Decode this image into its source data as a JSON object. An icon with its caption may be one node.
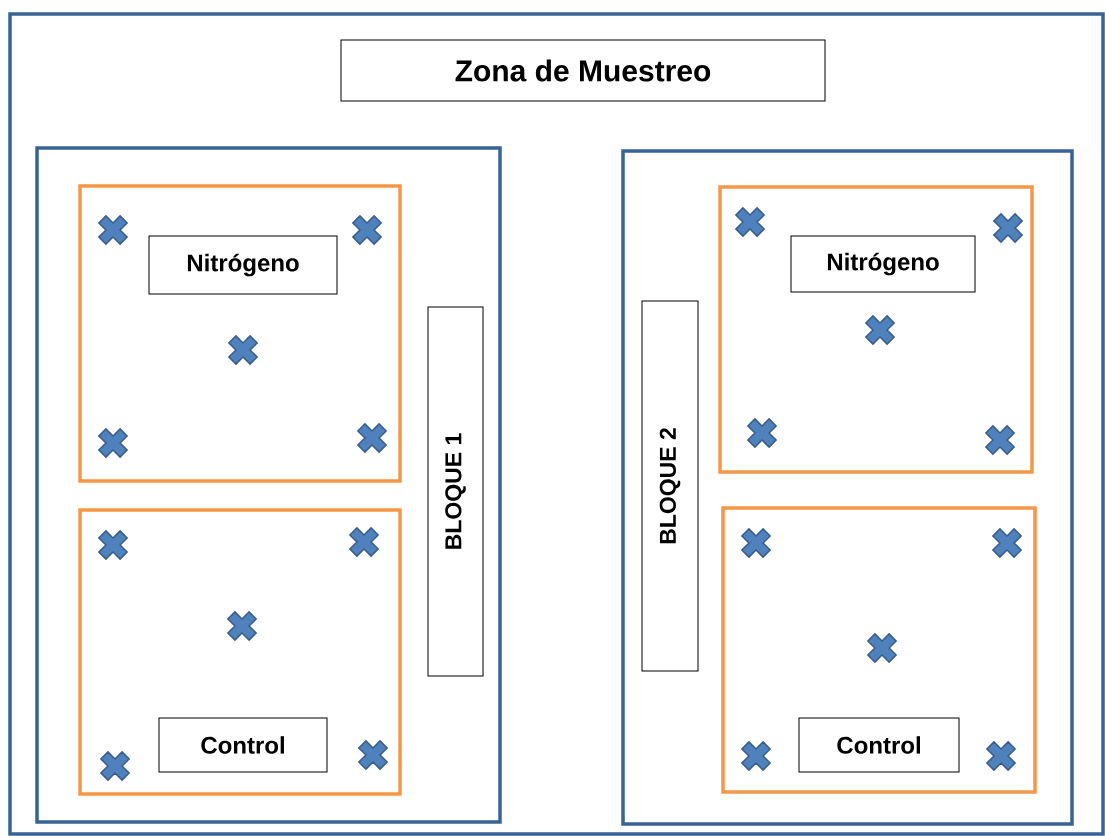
{
  "diagram": {
    "nodes": [
      {
        "text": [],
        "shape": "box"
      },
      {
        "text": [
          "Zona de Muestreo"
        ],
        "in": 0
      },
      {
        "text": [],
        "shape": "box",
        "in": 0
      },
      {
        "text": [],
        "shape": "box",
        "in": 2
      },
      {
        "text": [
          "Nitrógeno"
        ],
        "in": 3
      },
      {
        "text": [],
        "shape": "box",
        "in": 2
      },
      {
        "text": [
          "Control"
        ],
        "in": 5
      },
      {
        "text": [
          "BLOQUE 1"
        ],
        "in": 2
      },
      {
        "text": [],
        "shape": "box",
        "in": 0
      },
      {
        "text": [
          "BLOQUE 2"
        ],
        "in": 8
      },
      {
        "text": [],
        "shape": "box",
        "in": 8
      },
      {
        "text": [
          "Nitrógeno"
        ],
        "in": 10
      },
      {
        "text": [],
        "shape": "box",
        "in": 8
      },
      {
        "text": [
          "Control"
        ],
        "in": 12
      }
    ],
    "edges": []
  }
}
